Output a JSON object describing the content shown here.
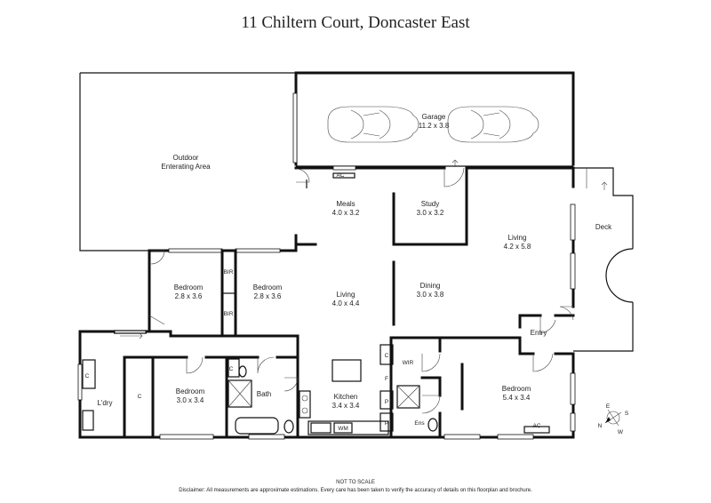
{
  "title": "11 Chiltern Court, Doncaster East",
  "rooms": {
    "garage": {
      "name": "Garage",
      "dims": "11.2 x 3.8"
    },
    "outdoor": {
      "name1": "Outdoor",
      "name2": "Enterating Area"
    },
    "meals": {
      "name": "Meals",
      "dims": "4.0 x 3.2"
    },
    "study": {
      "name": "Study",
      "dims": "3.0 x 3.2"
    },
    "living_right": {
      "name": "Living",
      "dims": "4.2 x 5.8"
    },
    "deck": {
      "name": "Deck"
    },
    "bedroom1": {
      "name": "Bedroom",
      "dims": "2.8 x 3.6"
    },
    "bedroom2": {
      "name": "Bedroom",
      "dims": "2.8 x 3.6"
    },
    "living_center": {
      "name": "Living",
      "dims": "4.0 x 4.4"
    },
    "dining": {
      "name": "Dining",
      "dims": "3.0 x 3.8"
    },
    "entry": {
      "name": "Entry"
    },
    "laundry": {
      "name": "L'dry"
    },
    "bedroom3": {
      "name": "Bedroom",
      "dims": "3.0 x 3.4"
    },
    "bath": {
      "name": "Bath"
    },
    "kitchen": {
      "name": "Kitchen",
      "dims": "3.4 x 3.4"
    },
    "wir": {
      "name": "WIR"
    },
    "ens": {
      "name": "Ens"
    },
    "master": {
      "name": "Bedroom",
      "dims": "5.4 x 3.4"
    }
  },
  "fixtures": {
    "ac": "AC",
    "bir": "BIR",
    "c": "C",
    "p": "P",
    "f": "F",
    "wm": "WM"
  },
  "compass": {
    "n": "N",
    "e": "E",
    "s": "S",
    "w": "W"
  },
  "footer": {
    "scale": "NOT TO SCALE",
    "disclaimer": "Disclaimer: All measurements are approximate estimations. Every care has been taken to verify the accuracy of details on this floorplan and brochure."
  }
}
